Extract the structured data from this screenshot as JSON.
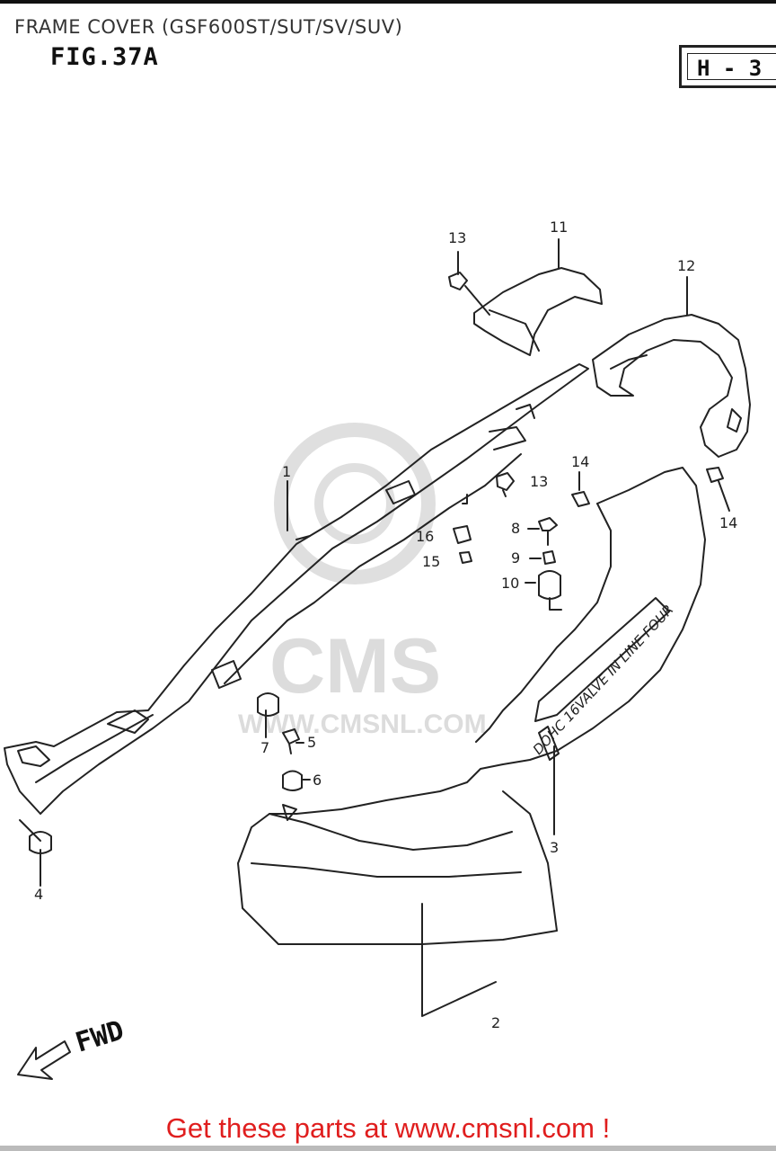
{
  "header": {
    "title": "FRAME COVER (GSF600ST/SUT/SV/SUV)",
    "figure": "FIG.37A",
    "section_code": "H - 3"
  },
  "callouts": [
    {
      "id": "1",
      "label": "1"
    },
    {
      "id": "2",
      "label": "2"
    },
    {
      "id": "3",
      "label": "3"
    },
    {
      "id": "4",
      "label": "4"
    },
    {
      "id": "5",
      "label": "5"
    },
    {
      "id": "6",
      "label": "6"
    },
    {
      "id": "7",
      "label": "7"
    },
    {
      "id": "8",
      "label": "8"
    },
    {
      "id": "9",
      "label": "9"
    },
    {
      "id": "10",
      "label": "10"
    },
    {
      "id": "11",
      "label": "11"
    },
    {
      "id": "12",
      "label": "12"
    },
    {
      "id": "13a",
      "label": "13"
    },
    {
      "id": "13b",
      "label": "13"
    },
    {
      "id": "14a",
      "label": "14"
    },
    {
      "id": "14b",
      "label": "14"
    },
    {
      "id": "15",
      "label": "15"
    },
    {
      "id": "16",
      "label": "16"
    }
  ],
  "decal_text": "DOHC 16VALVE IN LINE FOUR",
  "direction_label": "FWD",
  "watermark": {
    "brand": "CMS",
    "url": "WWW.CMSNL.COM"
  },
  "footer": {
    "text": "Get these parts at www.cmsnl.com !"
  },
  "colors": {
    "footer": "#e01e1e",
    "line": "#222222",
    "watermark": "#d9d9d9"
  }
}
